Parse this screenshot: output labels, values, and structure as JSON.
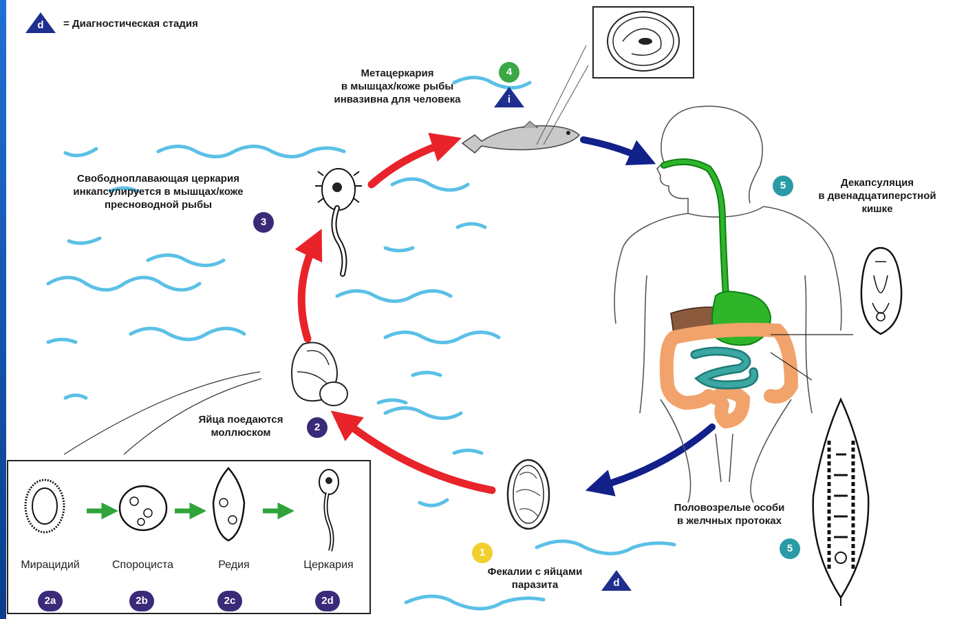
{
  "legend": {
    "d_symbol": "d",
    "d_text": "= Диагностическая стадия"
  },
  "steps": {
    "step1": {
      "badge": "1",
      "text_line1": "Фекалии с яйцами",
      "text_line2": "паразита",
      "tri": "d"
    },
    "step2": {
      "badge": "2",
      "text_line1": "Яйца поедаются",
      "text_line2": "моллюском"
    },
    "step3": {
      "badge": "3",
      "text_line1": "Свободноплавающая церкария",
      "text_line2": "инкапсулируется в мышцах/коже",
      "text_line3": "пресноводной рыбы"
    },
    "step4": {
      "badge": "4",
      "text_line1": "Метацеркария",
      "text_line2": "в мышцах/коже рыбы",
      "text_line3": "инвазивна для человека",
      "tri": "i"
    },
    "step5a": {
      "badge": "5",
      "text_line1": "Декапсуляция",
      "text_line2": "в двенадцатиперстной",
      "text_line3": "кишке"
    },
    "step5b": {
      "badge": "5",
      "text_line1": "Половозрелые особи",
      "text_line2": "в желчных протоках"
    }
  },
  "inset": {
    "stages": [
      {
        "label": "Мирацидий",
        "badge": "2a"
      },
      {
        "label": "Спороциста",
        "badge": "2b"
      },
      {
        "label": "Редия",
        "badge": "2c"
      },
      {
        "label": "Церкария",
        "badge": "2d"
      }
    ]
  },
  "colors": {
    "water": "#5bc0e6",
    "arrow_red": "#e8232a",
    "arrow_blue": "#12208a",
    "digestive_green": "#2fb52a",
    "liver_brown": "#8b5a3c",
    "colon_orange": "#f2a36b",
    "small_intestine_teal": "#3aa7a2"
  }
}
